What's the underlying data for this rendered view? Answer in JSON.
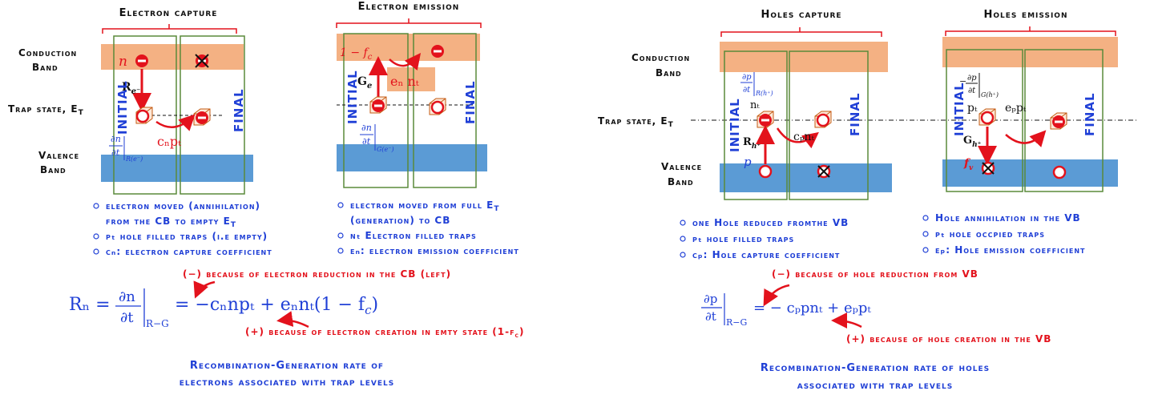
{
  "panels": {
    "electron_capture": {
      "title": "Electron capture",
      "symbol_n": "n",
      "rate": "R",
      "rate_sub": "e⁻",
      "initial": "INITIAL",
      "final": "FINAL",
      "deriv_num": "∂n",
      "deriv_den": "∂t",
      "deriv_sub": "R(e⁻)",
      "coeff": "cₙpₜ"
    },
    "electron_emission": {
      "title": "Electron emission",
      "one_minus_fc": "1 − f",
      "fc_sub": "c",
      "rate": "G",
      "rate_sub": "e",
      "coeff": "eₙ nₜ",
      "initial": "INITIAL",
      "final": "FINAL",
      "deriv_num": "∂n",
      "deriv_den": "∂t",
      "deriv_sub": "G(e⁻)"
    },
    "holes_capture": {
      "title": "Holes capture",
      "deriv_num": "∂p",
      "deriv_den": "∂t",
      "deriv_sub": "R(h⁺)",
      "nT": "nₜ",
      "rate": "R",
      "rate_sub": "h⁺",
      "symbol_p": "p",
      "coeff": "cₚnₜ",
      "initial": "INITIAL",
      "final": "FINAL"
    },
    "holes_emission": {
      "title": "Holes emission",
      "deriv_prefix": "−",
      "deriv_num": "∂p",
      "deriv_den": "∂t",
      "deriv_sub": "G(h⁺)",
      "pT": "pₜ",
      "rate": "G",
      "rate_sub": "h⁺",
      "fv": "f",
      "fv_sub": "v",
      "coeff": "eₚpₜ",
      "initial": "INITIAL",
      "final": "FINAL"
    }
  },
  "band_labels": {
    "conduction_1": "Conduction",
    "conduction_2": "Band",
    "trap": "Trap state, E",
    "trap_sub": "T",
    "valence_1": "Valence",
    "valence_2": "Band"
  },
  "bullets_left": [
    {
      "l1": "electron moved (annihilation)",
      "l2": "from the CB to empty E",
      "l2_sub": "T"
    },
    {
      "l1": "pₜ hole filled traps (i.e empty)"
    },
    {
      "l1": "cₙ: electron capture coefficient"
    }
  ],
  "bullets_center": [
    {
      "l1": "electron moved from full E",
      "l1_sub": "T",
      "l2": "(generation) to CB"
    },
    {
      "l1": "nₜ Electron filled traps"
    },
    {
      "l1": "eₙ: electron emission coefficient"
    }
  ],
  "bullets_right1": [
    {
      "l1": "one Hole reduced fromthe VB"
    },
    {
      "l1": "pₜ hole filled traps"
    },
    {
      "l1": "cₚ: Hole capture coefficient"
    }
  ],
  "bullets_right2": [
    {
      "l1": "Hole annihilation in the VB"
    },
    {
      "l1": "pₜ hole occpied traps"
    },
    {
      "l1": "eₚ: Hole emission coefficient"
    }
  ],
  "equation_left": {
    "lhs": "Rₙ =",
    "num": "∂n",
    "den": "∂t",
    "sub": "R−G",
    "rhs": "= −cₙnpₜ + eₙnₜ(1 − f",
    "rhs_sub": "c",
    "rhs_end": ")",
    "note_top": "(−) because of electron reduction in the CB (left)",
    "note_bottom": "(+) because of electron creation in emty state (1-f",
    "note_bottom_sub": "c",
    "note_bottom_end": ")"
  },
  "equation_right": {
    "num": "∂p",
    "den": "∂t",
    "sub": "R−G",
    "rhs": "= − cₚpnₜ + eₚpₜ",
    "note_top": "(−) because of hole reduction from VB",
    "note_bottom": "(+) because of hole creation in the VB"
  },
  "caption_left": {
    "l1": "Recombination-Generation rate of",
    "l2": "electrons associated with trap levels"
  },
  "caption_right": {
    "l1": "Recombination-Generation rate of holes",
    "l2": "associated with trap levels"
  },
  "colors": {
    "conduction": "#f4b183",
    "valence": "#5b9bd5",
    "accent": "#e3121c",
    "label": "#1f3fd6",
    "frame": "#5a8a3a"
  }
}
